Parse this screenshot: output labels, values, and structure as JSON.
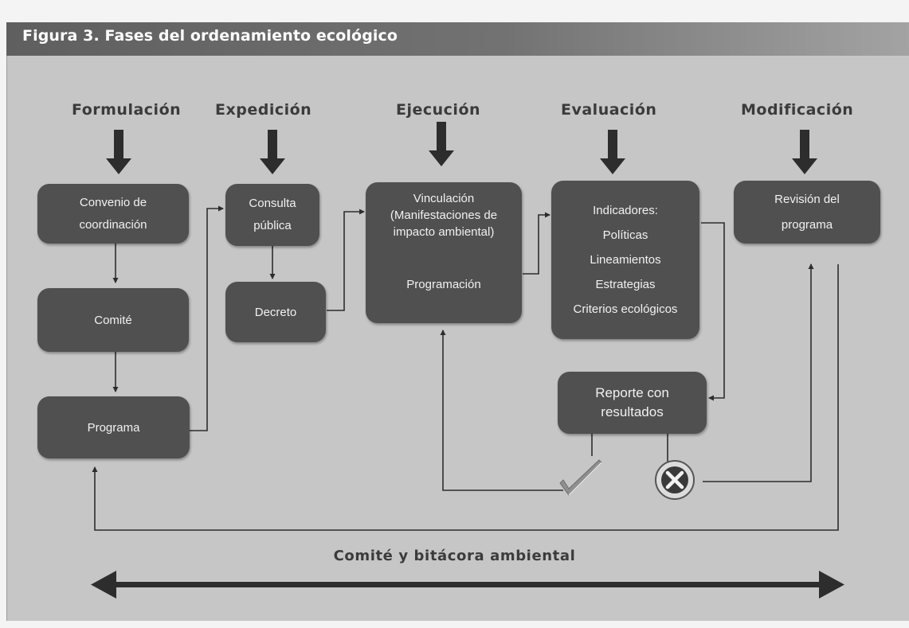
{
  "title": "Figura 3. Fases del ordenamiento ecológico",
  "phases": [
    "Formulación",
    "Expedición",
    "Ejecución",
    "Evaluación",
    "Modificación"
  ],
  "boxes": {
    "convenio": [
      "Convenio de",
      "coordinación"
    ],
    "comite": "Comité",
    "programa": "Programa",
    "consulta": [
      "Consulta",
      "pública"
    ],
    "decreto": "Decreto",
    "vinculacion": [
      "Vinculación",
      "(Manifestaciones de",
      "impacto ambiental)"
    ],
    "programacion": "Programación",
    "indicadores": [
      "Indicadores:",
      "Políticas",
      "Lineamientos",
      "Estrategias",
      "Criterios ecológicos"
    ],
    "revision": [
      "Revisión del",
      "programa"
    ],
    "reporte": [
      "Reporte con",
      "resultados"
    ]
  },
  "bottom_label": "Comité y bitácora ambiental",
  "icons": {
    "approve": "check-icon",
    "reject": "x-mark-icon"
  },
  "colors": {
    "panel": "#c6c6c6",
    "box": "#505050",
    "arrow": "#2d2d2d",
    "title_bar": "#6a6a6a"
  }
}
